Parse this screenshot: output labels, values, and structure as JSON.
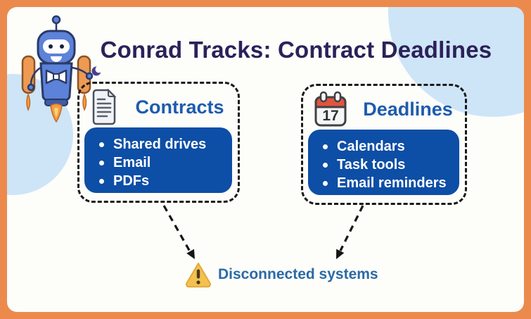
{
  "title": "Conrad Tracks: Contract Deadlines",
  "boxes": [
    {
      "title": "Contracts",
      "icon": "document-icon",
      "items": [
        "Shared drives",
        "Email",
        "PDFs"
      ]
    },
    {
      "title": "Deadlines",
      "icon": "calendar-icon",
      "calendar_day": "17",
      "items": [
        "Calendars",
        "Task tools",
        "Email reminders"
      ]
    }
  ],
  "footer": {
    "icon": "warning-icon",
    "label": "Disconnected systems"
  },
  "colors": {
    "frame_orange": "#EC8A4E",
    "card_background": "#FDFDFA",
    "title_purple": "#2C2159",
    "header_blue": "#1E5CAD",
    "panel_blue": "#0D4EA6",
    "panel_text": "#FFFFFF",
    "accent_circle_blue": "#CDE5F7",
    "warning_yellow": "#F3C14D",
    "footer_text_blue": "#2B6AA6",
    "calendar_red": "#E2543F"
  }
}
